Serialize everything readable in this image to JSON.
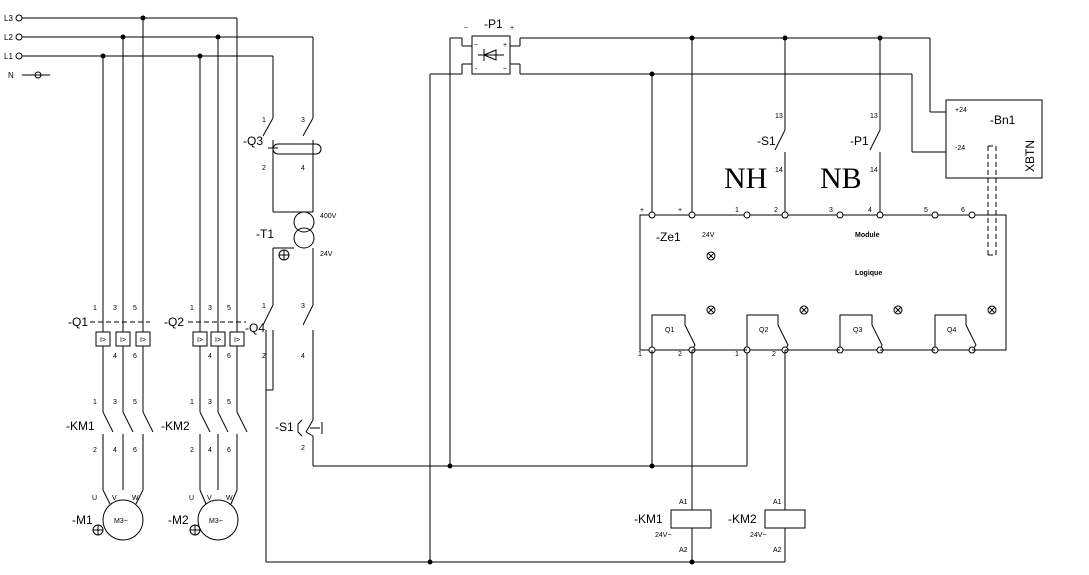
{
  "supply": {
    "l3": "L3",
    "l2": "L2",
    "l1": "L1",
    "n": "N"
  },
  "components": {
    "q1": "-Q1",
    "q2": "-Q2",
    "q3": "-Q3",
    "q4": "-Q4",
    "t1": "-T1",
    "t1_primary": "400V",
    "t1_secondary": "24V",
    "km1": "-KM1",
    "km2": "-KM2",
    "m1": "-M1",
    "m2": "-M2",
    "motor": "M3~",
    "s1": "-S1",
    "s1_panel": "-S1",
    "p1_panel": "-P1",
    "p1_rect": "-P1",
    "bn1": "-Bn1",
    "bn1_plus": "+24",
    "bn1_minus": "-24",
    "xbtn": "XBTN",
    "ze1": "-Ze1",
    "ze1_voltage": "24V",
    "module_line1": "Module",
    "module_line2": "Logique",
    "nh": "NH",
    "nb": "NB"
  },
  "outputs": [
    "Q1",
    "Q2",
    "Q3",
    "Q4"
  ],
  "coils": {
    "a1": "A1",
    "a2": "A2",
    "voltage": "24V~"
  },
  "terminals": {
    "pole1": "1",
    "pole2": "2",
    "pole3": "3",
    "pole4": "4",
    "pole5": "5",
    "pole6": "6",
    "motor_u": "U",
    "motor_v": "V",
    "motor_w": "W",
    "sw13": "13",
    "sw14": "14",
    "ac": "~",
    "plus": "+",
    "minus": "-"
  }
}
